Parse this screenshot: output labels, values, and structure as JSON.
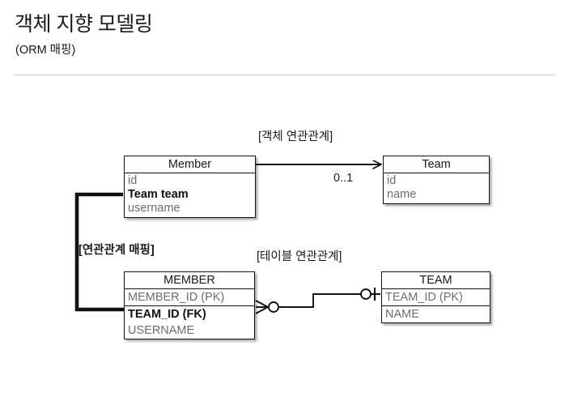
{
  "header": {
    "title": "객체 지향 모델링",
    "subtitle": "(ORM 매핑)"
  },
  "diagram": {
    "type": "orm-object-to-table-mapping",
    "labels": {
      "object_association": "[객체 연관관계]",
      "table_association": "[테이블 연관관계]",
      "mapping": "[연관관계 매핑]",
      "multiplicity": "0..1"
    },
    "object_model": {
      "member": {
        "name": "Member",
        "attributes": [
          {
            "name": "id",
            "emphasis": false
          },
          {
            "name": "Team team",
            "emphasis": true
          },
          {
            "name": "username",
            "emphasis": false
          }
        ]
      },
      "team": {
        "name": "Team",
        "attributes": [
          {
            "name": "id",
            "emphasis": false
          },
          {
            "name": "name",
            "emphasis": false
          }
        ]
      }
    },
    "relational_model": {
      "member_table": {
        "name": "MEMBER",
        "columns": [
          {
            "name": "MEMBER_ID (PK)",
            "emphasis": false
          },
          {
            "name": "TEAM_ID (FK)",
            "emphasis": true
          },
          {
            "name": "USERNAME",
            "emphasis": false
          }
        ]
      },
      "team_table": {
        "name": "TEAM",
        "columns": [
          {
            "name": "TEAM_ID (PK)",
            "emphasis": false
          },
          {
            "name": "NAME",
            "emphasis": false
          }
        ]
      }
    },
    "connectors": [
      {
        "id": "member-to-team-reference",
        "kind": "uml-directed-association",
        "from": "Member",
        "to": "Team",
        "multiplicity": "0..1"
      },
      {
        "id": "member-table-to-team-table-fk",
        "kind": "crows-foot-relationship",
        "from": "MEMBER",
        "to": "TEAM",
        "from_cardinality": "zero-or-many",
        "to_cardinality": "zero-or-one"
      },
      {
        "id": "object-field-to-fk-column-mapping",
        "kind": "thick-mapping-arrow",
        "from": "Team team",
        "to": "TEAM_ID (FK)"
      }
    ]
  },
  "colors": {
    "text": "#1a1a1a",
    "attribute_muted": "#6d6d6d",
    "stroke": "#111111",
    "divider": "#c9c9c9",
    "background": "#ffffff"
  }
}
